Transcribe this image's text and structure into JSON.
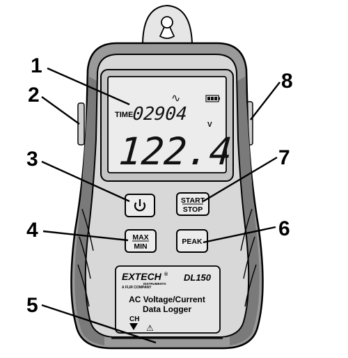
{
  "callouts": [
    "1",
    "2",
    "3",
    "4",
    "5",
    "6",
    "7",
    "8"
  ],
  "lcd": {
    "time_label": "TIME",
    "time_value": "02904",
    "main_value": "122.4",
    "unit": "V"
  },
  "buttons": {
    "power_icon": "power-icon",
    "start_line1": "START",
    "start_line2": "STOP",
    "max_line1": "MAX",
    "max_line2": "MIN",
    "peak": "PEAK"
  },
  "label_plate": {
    "brand": "EXTECH",
    "brand_sub": "INSTRUMENTS",
    "company": "A FLIR COMPANY",
    "registered": "®",
    "model": "DL150",
    "line1": "AC Voltage/Current",
    "line2": "Data Logger",
    "ch_label": "CH",
    "warning_symbol": "⚠"
  },
  "colors": {
    "body": "#d9d9d9",
    "grip": "#8c8c8c",
    "lcd": "#e9e9e9",
    "button": "#ececec"
  }
}
